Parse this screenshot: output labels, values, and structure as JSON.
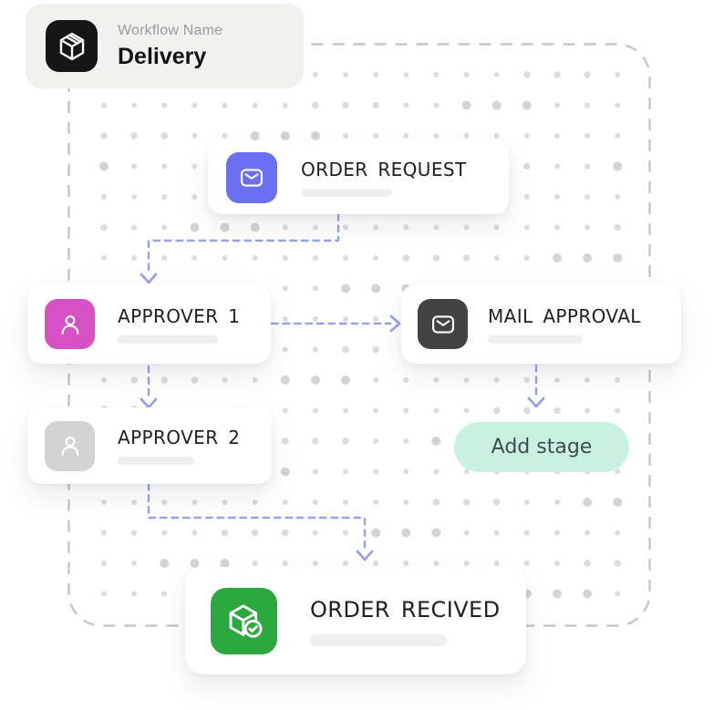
{
  "workflow_header": {
    "label": "Workflow Name",
    "name": "Delivery",
    "icon": "package-box-icon"
  },
  "stages": {
    "order_request": {
      "label": "ORDER REQUEST",
      "icon": "mail-icon",
      "icon_bg": "#6a70f1"
    },
    "approver_1": {
      "label": "APPROVER 1",
      "icon": "person-icon",
      "icon_bg": "#d551c5"
    },
    "mail_approval": {
      "label": "MAIL APPROVAL",
      "icon": "mail-icon",
      "icon_bg": "#434343"
    },
    "approver_2": {
      "label": "APPROVER 2",
      "icon": "person-icon",
      "icon_bg": "#d3d3d3"
    },
    "order_recived": {
      "label": "ORDER RECIVED",
      "icon": "package-check-icon",
      "icon_bg": "#2ca83f"
    }
  },
  "add_stage_button": {
    "label": "Add stage",
    "bg": "#c9f1e2",
    "text_color": "#3f4b51"
  },
  "colors": {
    "connector": "#9aa1e8",
    "container_border": "#c6c6c6",
    "dot": "#dcdcdc",
    "dot_large": "#d4d4d4",
    "header_icon_bg": "#161616",
    "card_bg": "#ffffff",
    "header_card_bg": "#f1f1ef"
  }
}
